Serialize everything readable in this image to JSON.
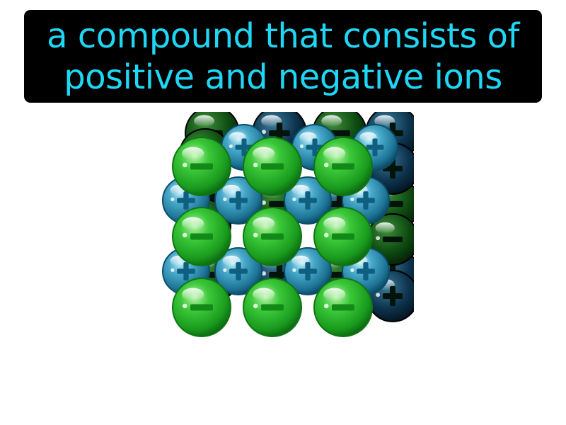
{
  "caption": {
    "line1": "a compound that consists of",
    "line2": "positive and negative ions"
  },
  "colors": {
    "caption_text": "#1fd7f5",
    "caption_bg": "#000000",
    "negative_ion": "#2aa82a",
    "positive_ion": "#1b7fa0",
    "back_layer_green": "#0e4a12",
    "back_layer_blue": "#0b2a3e"
  },
  "icons": {
    "negative": "minus-sign",
    "positive": "plus-sign"
  }
}
